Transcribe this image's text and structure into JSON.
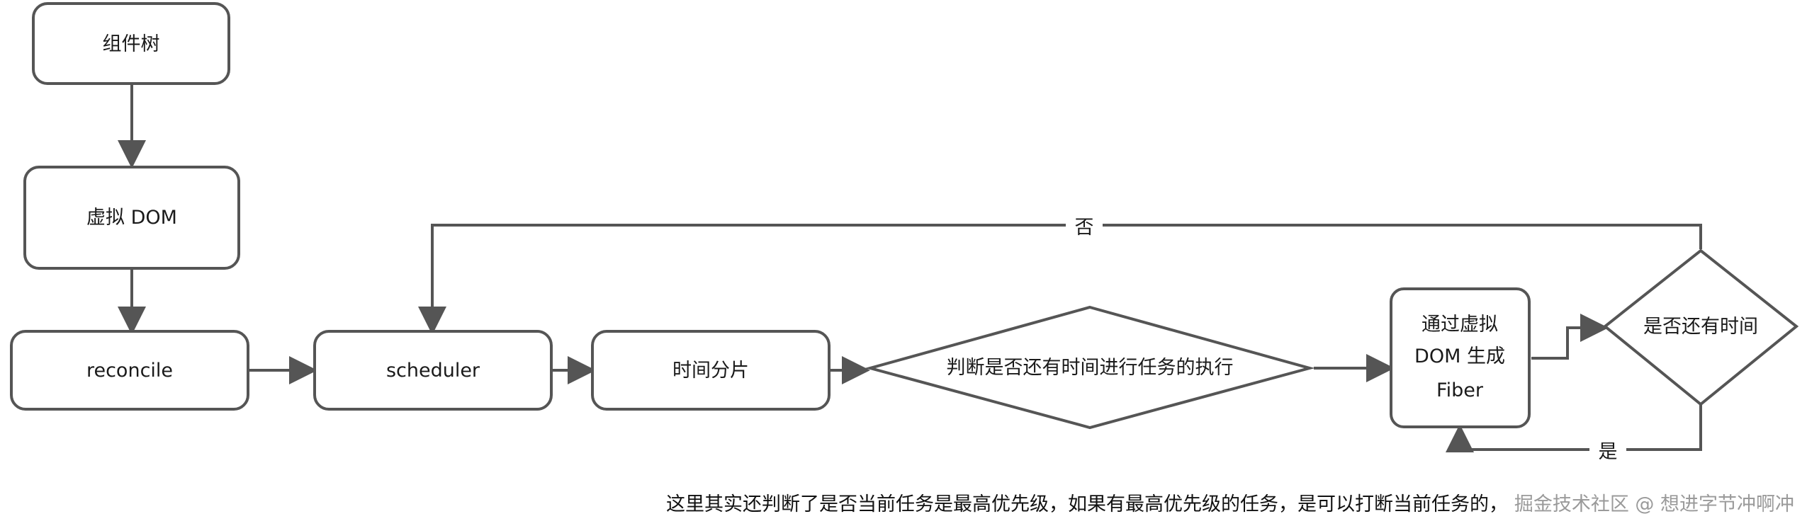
{
  "diagram": {
    "nodes": {
      "component_tree": "组件树",
      "virtual_dom": "虚拟 DOM",
      "reconcile": "reconcile",
      "scheduler": "scheduler",
      "time_slicing": "时间分片",
      "check_time_for_task": "判断是否还有时间进行任务的执行",
      "generate_fiber": [
        "通过虚拟",
        "DOM 生成",
        "Fiber"
      ],
      "has_time_left": "是否还有时间"
    },
    "edges": {
      "no_label": "否",
      "yes_label": "是"
    }
  },
  "footer": {
    "note": "这里其实还判断了是否当前任务是最高优先级，如果有最高优先级的任务，是可以打断当前任务的，",
    "watermark": "掘金技术社区 @ 想进字节冲啊冲"
  }
}
